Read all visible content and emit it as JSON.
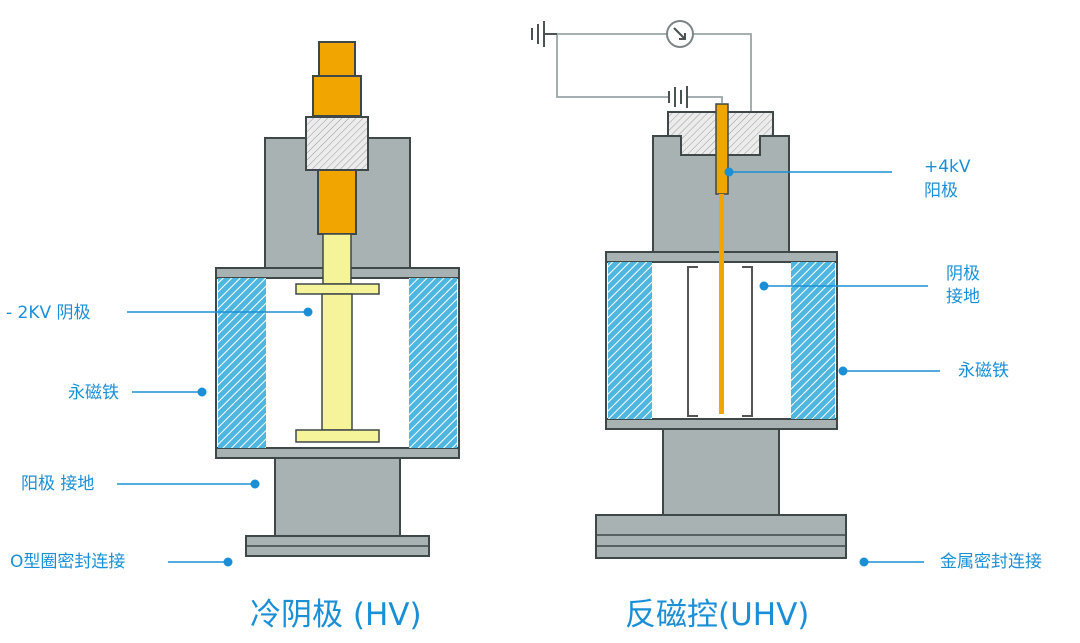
{
  "colors": {
    "accent": "#1a8fd6",
    "housing": "#a8b2b2",
    "housing_stroke": "#3f4848",
    "magnet": "#4fb6e0",
    "anode_left": "#f5f49a",
    "feedthrough": "#f0a500",
    "ceramic": "#e6e6e6",
    "wire": "#9aa5a5"
  },
  "left_gauge": {
    "title": "冷阴极 (HV)",
    "labels": {
      "cathode": "- 2KV 阴极",
      "magnet": "永磁铁",
      "anode_ground": "阳极 接地",
      "oring": "O型圈密封连接"
    }
  },
  "right_gauge": {
    "title": "反磁控(UHV)",
    "labels": {
      "anode_line1": "+4kV",
      "anode_line2": "阳极",
      "cathode_line1": "阴极",
      "cathode_line2": "接地",
      "magnet": "永磁铁",
      "metal_seal": "金属密封连接"
    }
  },
  "icons": [
    "ground-symbol",
    "ammeter-symbol"
  ]
}
